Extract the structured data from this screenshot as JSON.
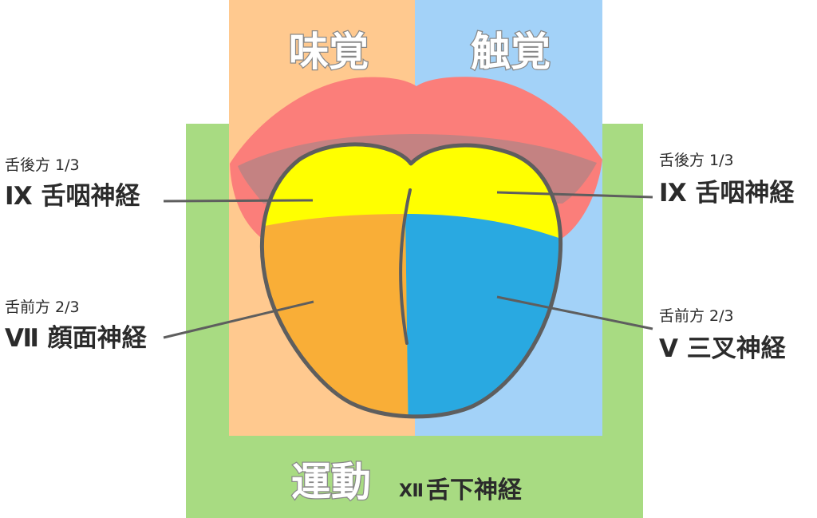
{
  "headers": {
    "taste": "味覚",
    "touch": "触覚",
    "motor": "運動"
  },
  "motor_nerve": {
    "numeral": "Ⅻ",
    "name": "舌下神経"
  },
  "labels": {
    "left_upper": {
      "region": "舌後方 1/3",
      "nerve": "Ⅸ 舌咽神経"
    },
    "left_lower": {
      "region": "舌前方 2/3",
      "nerve": "Ⅶ 顔面神経"
    },
    "right_upper": {
      "region": "舌後方 1/3",
      "nerve": "Ⅸ 舌咽神経"
    },
    "right_lower": {
      "region": "舌前方 2/3",
      "nerve": "Ⅴ 三叉神経"
    }
  },
  "colors": {
    "taste_bg": "#FFC98F",
    "touch_bg": "#A3D2F8",
    "motor_bg": "#A8DB82",
    "lips": "#FB7E7A",
    "mouth_inner": "#C48282",
    "tongue_back": "#FFFF00",
    "tongue_front_left": "#F9AE37",
    "tongue_front_right": "#29A9E1",
    "outline": "#5E5E5E"
  }
}
